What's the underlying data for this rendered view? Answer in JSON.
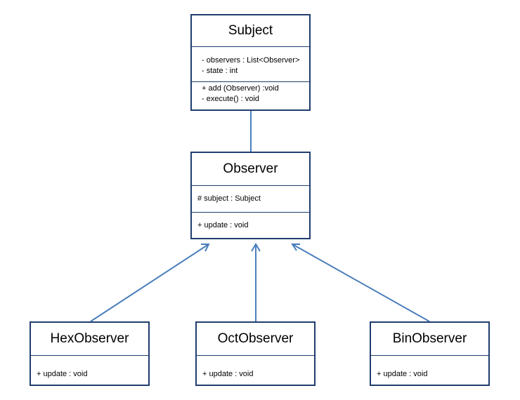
{
  "classes": {
    "subject": {
      "name": "Subject",
      "attributes": [
        "- observers : List<Observer>",
        "- state : int"
      ],
      "operations": [
        "+ add (Observer) :void",
        "- execute() : void"
      ]
    },
    "observer": {
      "name": "Observer",
      "attributes": [
        "# subject : Subject"
      ],
      "operations": [
        "+ update : void"
      ]
    },
    "hex": {
      "name": "HexObserver",
      "operations": [
        "+ update : void"
      ]
    },
    "oct": {
      "name": "OctObserver",
      "operations": [
        "+ update : void"
      ]
    },
    "bin": {
      "name": "BinObserver",
      "operations": [
        "+ update : void"
      ]
    }
  },
  "relations": [
    {
      "type": "association",
      "from": "Subject",
      "to": "Observer"
    },
    {
      "type": "generalization",
      "from": "HexObserver",
      "to": "Observer"
    },
    {
      "type": "generalization",
      "from": "OctObserver",
      "to": "Observer"
    },
    {
      "type": "generalization",
      "from": "BinObserver",
      "to": "Observer"
    }
  ],
  "colors": {
    "border": "#1f3d6e",
    "connector": "#4a7ebb"
  }
}
